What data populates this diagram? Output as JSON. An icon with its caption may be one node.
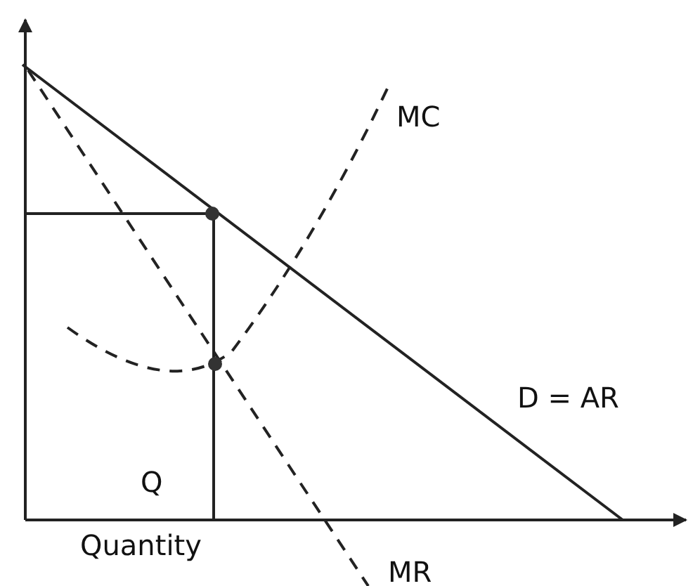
{
  "diagram": {
    "labels": [
      "MC",
      "D = AR",
      "Q",
      "Quantity",
      "MR"
    ]
  }
}
